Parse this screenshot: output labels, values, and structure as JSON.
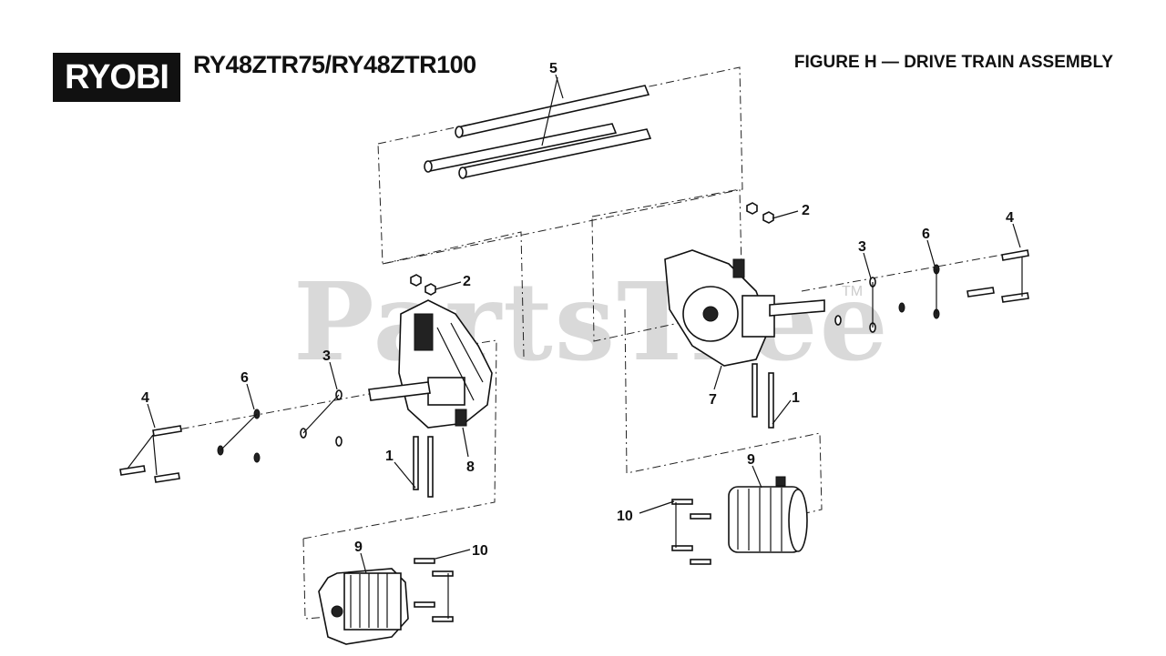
{
  "header": {
    "brand": "RYOBI",
    "model": "RY48ZTR75/RY48ZTR100",
    "figure_title": "FIGURE H — DRIVE TRAIN ASSEMBLY"
  },
  "watermark": {
    "text": "PartsTree",
    "trademark": "TM"
  },
  "callouts": {
    "c5": "5",
    "c2_right": "2",
    "c4_right": "4",
    "c3_right": "3",
    "c6_right": "6",
    "c2_left": "2",
    "c3_left": "3",
    "c6_left": "6",
    "c4_left": "4",
    "c7": "7",
    "c1_right": "1",
    "c1_left": "1",
    "c8": "8",
    "c9_right": "9",
    "c10_right": "10",
    "c9_left": "9",
    "c10_left": "10"
  }
}
